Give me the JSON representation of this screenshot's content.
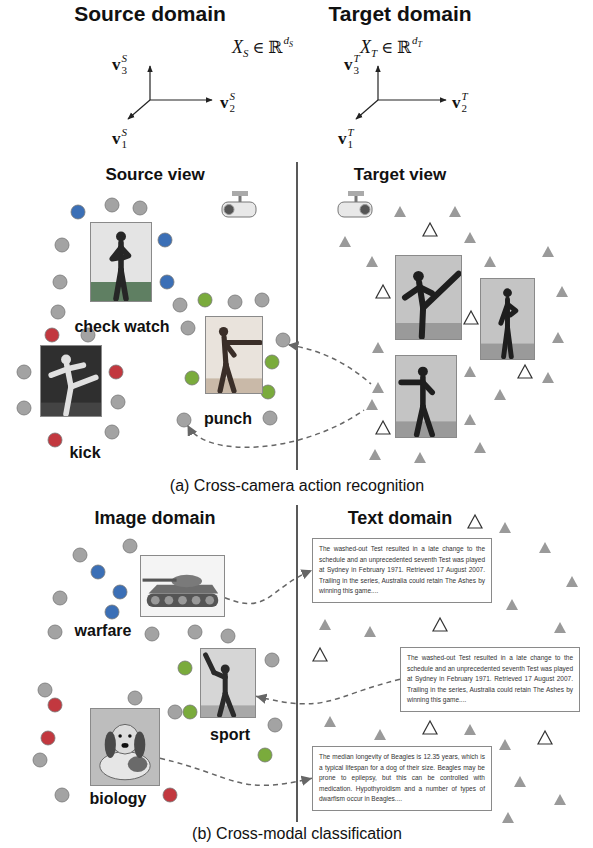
{
  "diagram": {
    "nodes": [
      {
        "text": [
          "check watch"
        ]
      },
      {
        "text": [
          "kick"
        ]
      },
      {
        "text": [
          "punch"
        ]
      },
      {
        "text": [
          "warfare"
        ]
      },
      {
        "text": [
          "The washed-out Test resulted in a late change to the schedule and an unprecedented seventh Test was played at Sydney in February 1971. Retrieved 17 August 2007. Trailing in the series, Australia could retain The Ashes by winning this game...."
        ]
      },
      {
        "text": [
          "sport"
        ]
      },
      {
        "text": [
          "The washed-out Test resulted in a late change to the schedule and an unprecedented seventh Test was played at Sydney in February 1971. Retrieved 17 August 2007. Trailing in the series, Australia could retain The Ashes by winning this game...."
        ]
      },
      {
        "text": [
          "biology"
        ]
      },
      {
        "text": [
          "The median longevity of Beagles is 12.35 years, which is a typical lifespan for a dog of their size. Beagles may be prone to epilepsy, but this can be controlled with medication. Hypothyroidism and a number of types of dwarfism occur in Beagles...."
        ]
      }
    ],
    "edges": [
      {
        "from": 3,
        "to": 4,
        "arrow": "to"
      },
      {
        "from": 6,
        "to": 5,
        "arrow": "to"
      },
      {
        "from": 7,
        "to": 8,
        "arrow": "to"
      }
    ],
    "labels": [
      "Source domain",
      "Target domain",
      "X",
      "S",
      "∈",
      "ℝ",
      "d",
      "S",
      "X",
      "T",
      "∈",
      "ℝ",
      "d",
      "T",
      "v",
      "3",
      "S",
      "v",
      "1",
      "S",
      "v",
      "2",
      "S",
      "v",
      "3",
      "T",
      "v",
      "1",
      "T",
      "v",
      "2",
      "T",
      "Source view",
      "Target view",
      "(a) Cross-camera action recognition",
      "Image domain",
      "Text domain",
      "(b) Cross-modal classification"
    ]
  }
}
